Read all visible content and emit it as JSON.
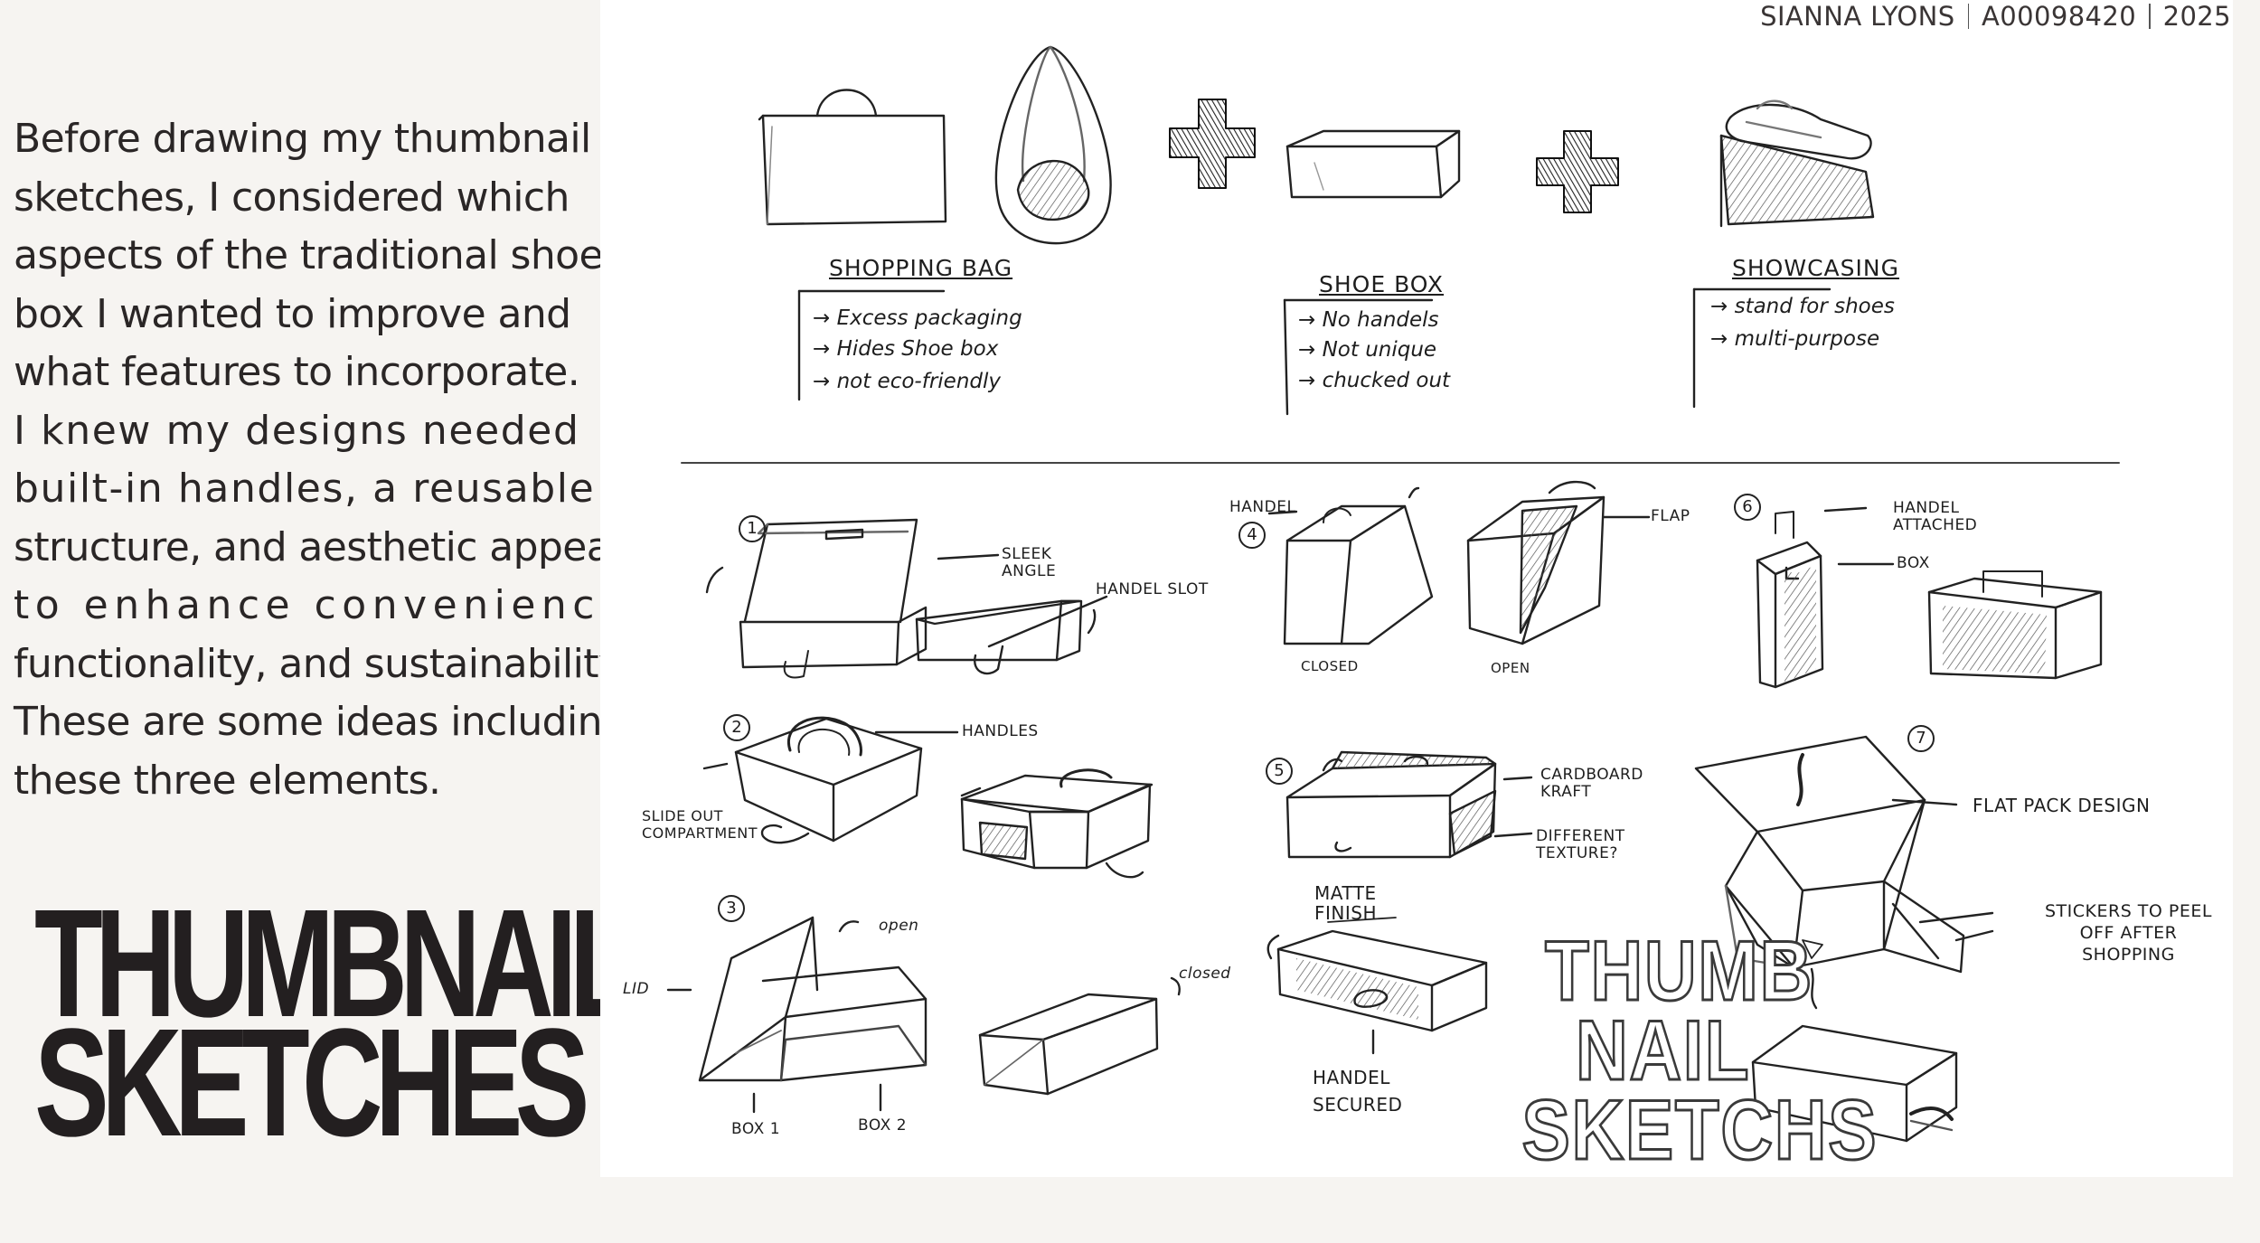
{
  "intro": {
    "lines": [
      "Before drawing my thumbnail",
      "sketches, I considered which",
      "aspects of the traditional shoe",
      "box I wanted to improve and",
      "what features to incorporate.",
      "I knew my designs needed",
      "built-in handles, a reusable",
      "structure, and aesthetic appeal",
      "to enhance convenience,",
      "functionality, and sustainability.",
      "These are some ideas including",
      "these three elements."
    ]
  },
  "heading": {
    "line1": "THUMBNAIL",
    "line2": "SKETCHES"
  },
  "meta": {
    "author": "SIANNA LYONS",
    "id": "A00098420",
    "year": "2025"
  },
  "sheet": {
    "categories": [
      {
        "title": "SHOPPING BAG",
        "notes": [
          "→ Excess packaging",
          "→ Hides Shoe box",
          "→ not eco-friendly"
        ]
      },
      {
        "title": "SHOE BOX",
        "notes": [
          "→ No handels",
          "→ Not unique",
          "→ chucked out"
        ]
      },
      {
        "title": "SHOWCASING",
        "notes": [
          "→ stand for shoes",
          "→ multi-purpose"
        ]
      }
    ],
    "labels": {
      "sleek_angle": "SLEEK\nANGLE",
      "handel_slot": "HANDEL SLOT",
      "handel": "HANDEL",
      "flap": "FLAP",
      "closed_4": "CLOSED",
      "open_4": "OPEN",
      "handel_attached": "HANDEL\nATTACHED",
      "box": "BOX",
      "handles": "HANDLES",
      "slide_out": "SLIDE OUT\nCOMPARTMENT",
      "cardboard_kraft": "CARDBOARD\nKRAFT",
      "different_texture": "DIFFERENT\nTEXTURE?",
      "flat_pack": "FLAT PACK DESIGN",
      "open_3": "open",
      "lid": "LID",
      "closed_3": "closed",
      "box1": "BOX 1",
      "box2": "BOX 2",
      "matte_finish": "MATTE\nFINISH",
      "handel_secured": "HANDEL\nSECURED",
      "stickers": "STICKERS TO PEEL\nOFF AFTER\nSHOPPING"
    },
    "numbers": [
      "1",
      "2",
      "3",
      "4",
      "5",
      "6",
      "7"
    ],
    "bigword": {
      "line1": "THUMB",
      "line2": "NAIL",
      "line3": "SKETCHS"
    }
  }
}
